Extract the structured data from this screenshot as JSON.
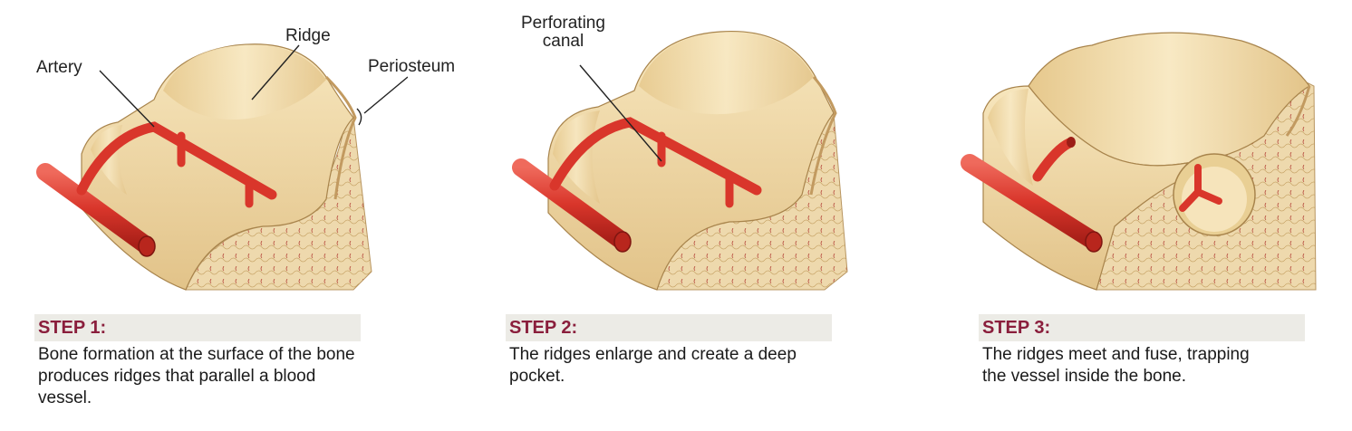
{
  "labels": {
    "artery": "Artery",
    "ridge": "Ridge",
    "periosteum": "Periosteum",
    "perforating_canal": "Perforating\ncanal"
  },
  "steps": [
    {
      "title": "STEP 1:",
      "description": "Bone formation at the surface of the bone produces ridges that parallel a blood vessel."
    },
    {
      "title": "STEP 2:",
      "description": "The ridges enlarge and create a deep pocket."
    },
    {
      "title": "STEP 3:",
      "description": "The ridges meet and fuse, trapping the vessel inside the bone."
    }
  ],
  "colors": {
    "bone": "#f2dcaa",
    "bone_shadow": "#d9b97a",
    "spongy": "#e9d3a6",
    "vessel": "#d9362b",
    "step_title": "#8a1e3c"
  }
}
